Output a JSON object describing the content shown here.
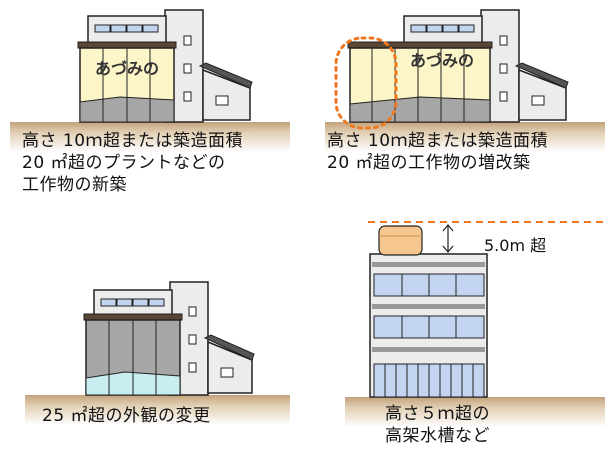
{
  "panels": [
    {
      "id": "new-plant",
      "sign_text": "あづみの",
      "caption_lines": [
        "高さ 10ｍ超または築造面積",
        "20 ㎡超のプラントなどの",
        "工作物の新築"
      ]
    },
    {
      "id": "extension",
      "sign_text": "あづみの",
      "caption_lines": [
        "高さ 10ｍ超または築造面積",
        "20 ㎡超の工作物の増改築"
      ]
    },
    {
      "id": "appearance-change",
      "caption_lines": [
        "25 ㎡超の外観の変更"
      ]
    },
    {
      "id": "water-tank",
      "height_label": "5.0m 超",
      "caption_lines": [
        "高さ５ｍ超の",
        "高架水槽など"
      ]
    }
  ],
  "colors": {
    "ground": "#c9a983",
    "ground_edge": "#b08a5e",
    "highlight": "#f07820",
    "panel_cream": "#fbf5c8",
    "panel_gray": "#a6a6a6",
    "panel_cyan": "#c8eef2",
    "window_blue": "#c3d4f0",
    "tank": "#f5c78f",
    "building": "#ececec"
  }
}
